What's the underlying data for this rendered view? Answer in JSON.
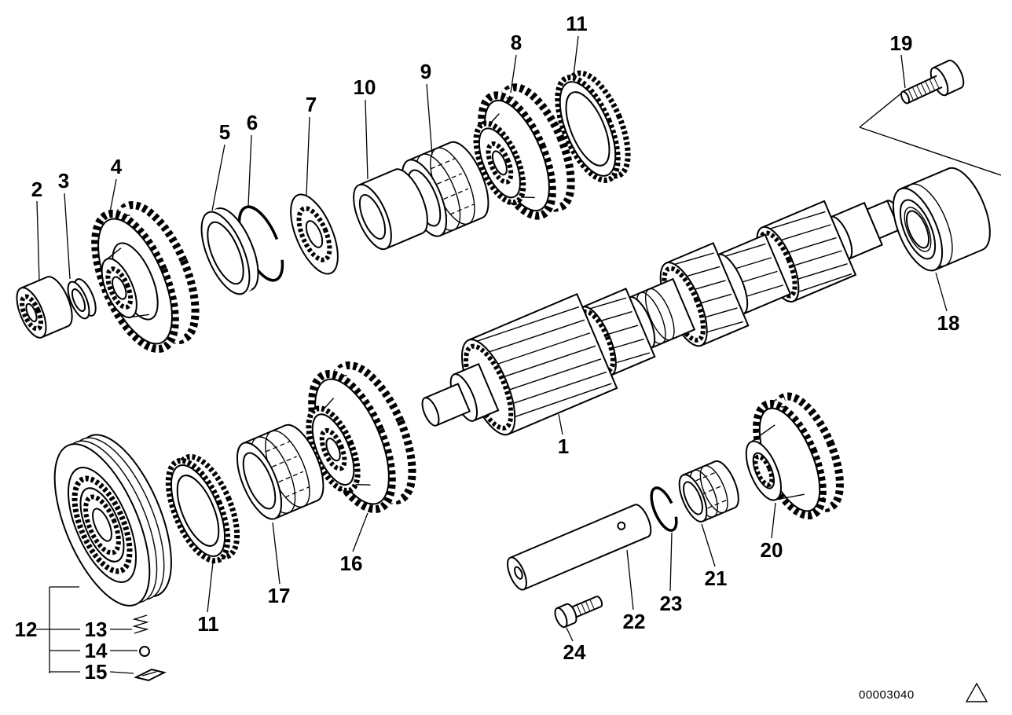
{
  "diagram": {
    "colors": {
      "background": "#ffffff",
      "line": "#000000"
    }
  },
  "callouts": [
    {
      "label": "2"
    },
    {
      "label": "3"
    },
    {
      "label": "4"
    },
    {
      "label": "5"
    },
    {
      "label": "6"
    },
    {
      "label": "7"
    },
    {
      "label": "10"
    },
    {
      "label": "9"
    },
    {
      "label": "8"
    },
    {
      "label": "11"
    },
    {
      "label": "19"
    },
    {
      "label": "18"
    },
    {
      "label": "1"
    },
    {
      "label": "16"
    },
    {
      "label": "17"
    },
    {
      "label": "11"
    },
    {
      "label": "12"
    },
    {
      "label": "13"
    },
    {
      "label": "14"
    },
    {
      "label": "15"
    },
    {
      "label": "20"
    },
    {
      "label": "21"
    },
    {
      "label": "23"
    },
    {
      "label": "22"
    },
    {
      "label": "24"
    }
  ],
  "footer": {
    "drawing_number": "00003040"
  }
}
